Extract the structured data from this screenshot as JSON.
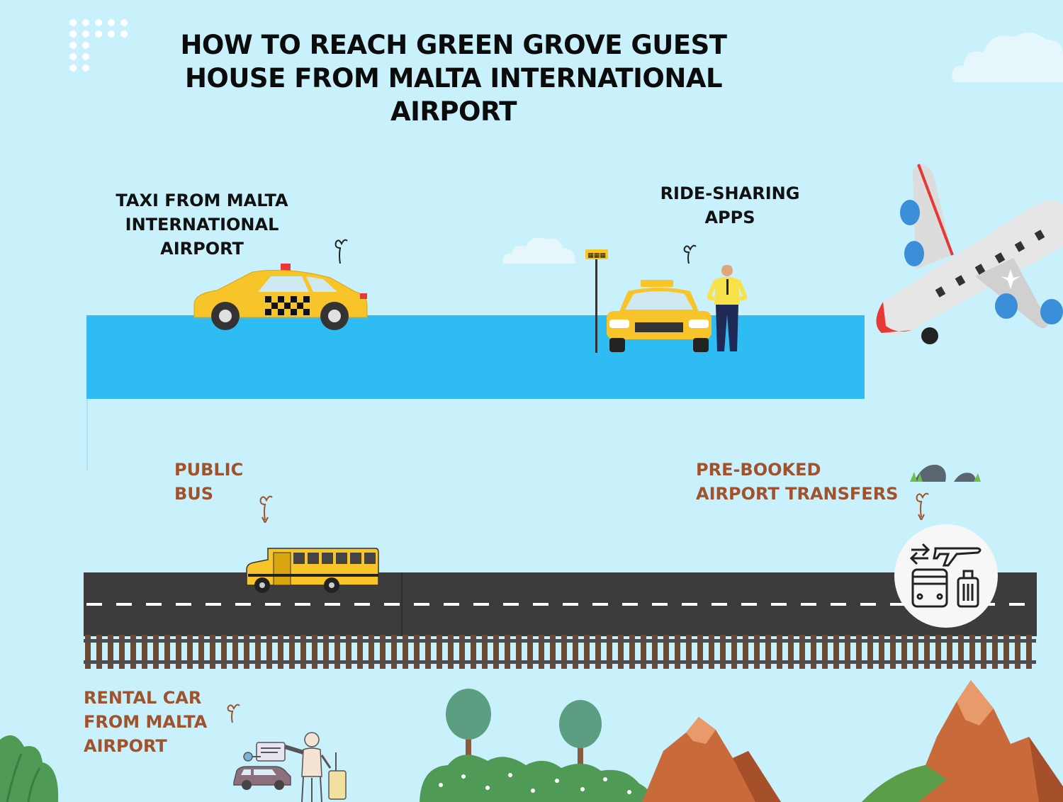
{
  "title": "HOW TO REACH GREEN GROVE GUEST HOUSE FROM MALTA INTERNATIONAL AIRPORT",
  "options": {
    "taxi": "TAXI FROM MALTA INTERNATIONAL AIRPORT",
    "ride_sharing": "RIDE-SHARING APPS",
    "public_bus": "PUBLIC BUS",
    "pre_booked": "PRE-BOOKED AIRPORT TRANSFERS",
    "rental_car": "RENTAL CAR FROM MALTA AIRPORT"
  },
  "colors": {
    "background": "#c8f1fb",
    "water_band": "#2fbcf3",
    "road": "#3c3c3c",
    "label_dark": "#111111",
    "label_brown": "#a0522d",
    "taxi_yellow": "#f7c42a"
  },
  "icons": [
    "dots-logo-icon",
    "cloud-icon",
    "airplane-icon",
    "taxi-car-icon",
    "taxi-stop-sign-icon",
    "driver-person-icon",
    "school-bus-icon",
    "airport-transfer-icon",
    "rental-car-icon",
    "traveler-icon",
    "tree-icon",
    "mountain-icon",
    "location-pin-icon"
  ]
}
